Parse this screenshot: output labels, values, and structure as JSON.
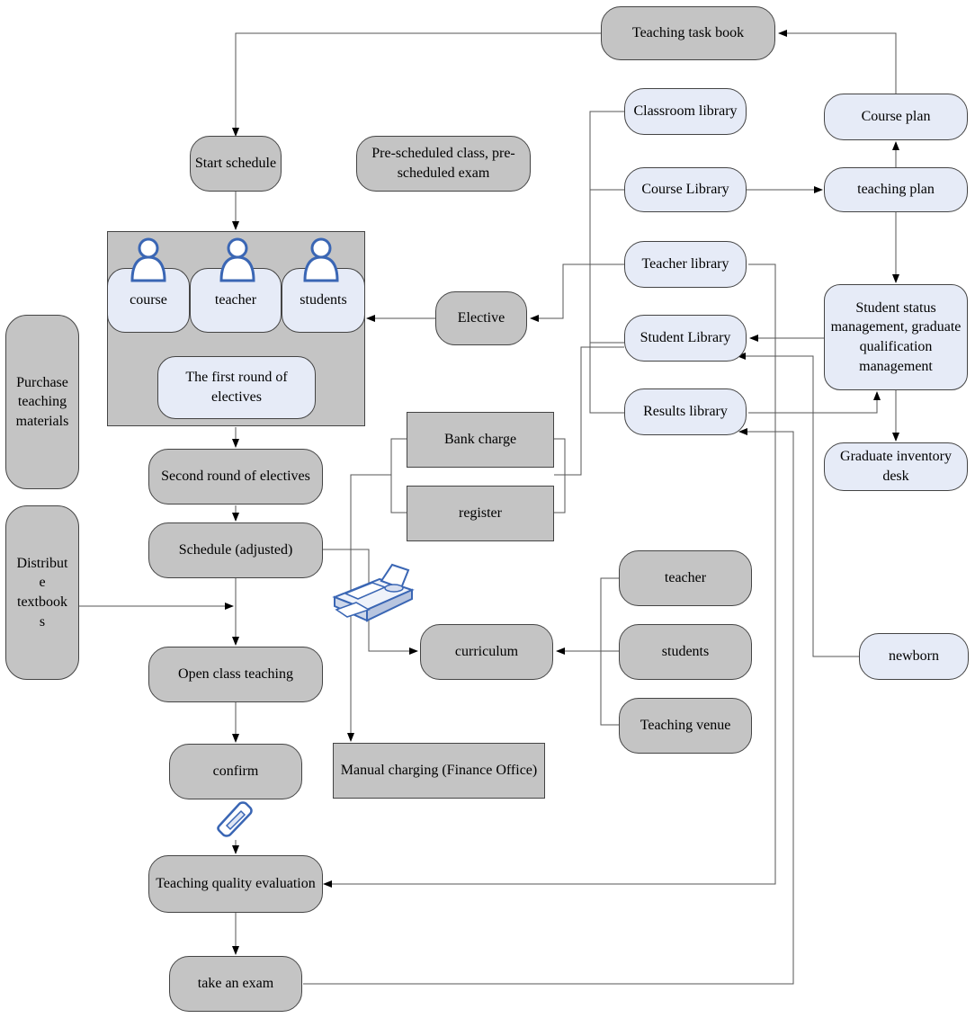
{
  "nodes": {
    "teaching_task_book": "Teaching task book",
    "start_schedule": "Start schedule",
    "pre_scheduled": "Pre-scheduled class, pre-scheduled exam",
    "classroom_library": "Classroom library",
    "course_plan": "Course plan",
    "course_library": "Course Library",
    "teaching_plan": "teaching plan",
    "teacher_library": "Teacher library",
    "student_library": "Student Library",
    "student_status": "Student status management, graduate qualification management",
    "results_library": "Results library",
    "graduate_inventory": "Graduate inventory desk",
    "elective": "Elective",
    "group_course": "course",
    "group_teacher": "teacher",
    "group_students": "students",
    "first_round": "The first round of electives",
    "purchase": "Purchase teaching materials",
    "distribute": "Distribut e textbook s",
    "second_round": "Second round of electives",
    "schedule_adjusted": "Schedule (adjusted)",
    "bank_charge": "Bank charge",
    "register": "register",
    "teacher_res": "teacher",
    "students_res": "students",
    "curriculum": "curriculum",
    "teaching_venue": "Teaching venue",
    "newborn": "newborn",
    "open_class": "Open class teaching",
    "confirm": "confirm",
    "manual_charging": "Manual charging (Finance Office)",
    "quality_eval": "Teaching quality evaluation",
    "take_exam": "take an exam"
  },
  "icons": {
    "person": "user-icon",
    "fax": "fax-machine-icon",
    "phone": "mobile-phone-icon"
  },
  "colors": {
    "gray_node": "#c4c4c4",
    "light_node": "#e6ebf7",
    "icon_blue": "#3a66b4",
    "line": "#555555"
  }
}
